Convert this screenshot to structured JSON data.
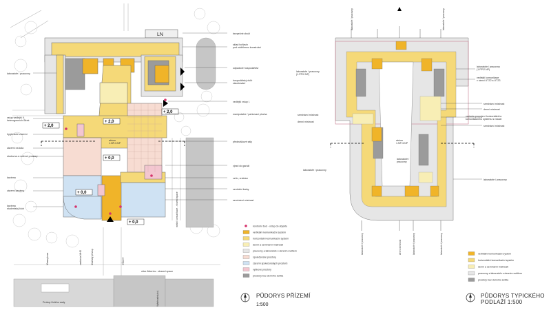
{
  "colors": {
    "vertical_core": "#f0b429",
    "horizontal_corridor": "#f5d978",
    "daylight_rooms": "#f8eeb5",
    "labs_offices": "#e6e6e6",
    "social_spaces": "#f7dcd2",
    "student_club": "#cfe2f3",
    "tall_spaces": "#f3c6d0",
    "no_daylight": "#9b9b9b",
    "entrance_dot": "#d6336c",
    "site_lines": "#b0b0b0",
    "trees": "#c8c8c8"
  },
  "left_plan": {
    "title": "PŮDORYS PŘÍZEMÍ",
    "scale": "1:500",
    "street_label": "LN",
    "levels": [
      "+ 2,0",
      "+ 2,0",
      "+ 2,0",
      "+ 0,0",
      "+ 0,0",
      "+ 0,0"
    ],
    "atrium_label": "atrium\n1.NP-3.NP",
    "labels_left": [
      "laboratoře / pracovny",
      "vstup vedlejší II.\nheterogenních lůžek",
      "hygienické zázemí",
      "zázemí na kola",
      "studovna a rodinné prostory",
      "kavárna",
      "zázemí kavárny",
      "kavárna\nstudentský klub"
    ],
    "labels_right": [
      "bezpečné zboží",
      "sklad hořlavin\npod oddělenou konstrukcí",
      "odpadové hospodářství",
      "hospodářský dvůr\nzásobování",
      "vedlejší vstup I.",
      "manipulační / parkovací plocha",
      "přednáškové sály",
      "vjezd do garáží",
      "velín, vrátnice",
      "centrální šatny",
      "seminární místnost"
    ],
    "labels_bottom": [
      "Prokop Holého sady",
      "Masarykova",
      "ulice Albertov - shared space",
      "zastávka MHD",
      "VŠCHT",
      "Vyšehradská ul.",
      "lékařský přístup",
      "místní komunikace - shared space"
    ]
  },
  "right_plan": {
    "title": "PŮDORYS TYPICKÉHO\nPODLAŽÍ 1:500",
    "atrium_label": "atrium\n1.NP-3.NP",
    "labels": [
      "laboratoře / pracovny",
      "laboratoře / pracovny",
      "laboratoře / pracovny\n(1.PP/2.NP)",
      "vedlejší komunikace\nv rámci UTZ2 a UTZ3",
      "seminární místnost",
      "denní místnost",
      "varianta propojení horizontálního\nkomunikačního systému s rokadi",
      "seminární místnost",
      "laboratoře / pracovny",
      "laboratoře / pracovny",
      "laboratoře / pracovny",
      "seminární místnost",
      "denní místnost",
      "laboratoře /\npracovny"
    ]
  },
  "legend_left": {
    "items": [
      {
        "label": "kontrolní bod - vstup do objektu",
        "key": "entrance_dot",
        "type": "dot"
      },
      {
        "label": "vertikální komunikační systém",
        "key": "vertical_core",
        "type": "box"
      },
      {
        "label": "horizontální komunikační systém",
        "key": "horizontal_corridor",
        "type": "box"
      },
      {
        "label": "denní a seminární místnosti",
        "key": "daylight_rooms",
        "type": "box"
      },
      {
        "label": "pracovny a laboratoře s denním světlem",
        "key": "labs_offices",
        "type": "box"
      },
      {
        "label": "společenské prostory",
        "key": "social_spaces",
        "type": "box"
      },
      {
        "label": "zázemí společenských prostorů",
        "key": "student_club",
        "type": "box"
      },
      {
        "label": "výškové prostory",
        "key": "tall_spaces",
        "type": "box"
      },
      {
        "label": "prostory bez denního světla",
        "key": "no_daylight",
        "type": "box"
      }
    ]
  },
  "legend_right": {
    "items": [
      {
        "label": "vertikální komunikační systém",
        "key": "vertical_core"
      },
      {
        "label": "horizontální komunikační systém",
        "key": "horizontal_corridor"
      },
      {
        "label": "denní a seminární místnosti",
        "key": "daylight_rooms"
      },
      {
        "label": "pracovny a laboratoře s denním světlem",
        "key": "labs_offices"
      },
      {
        "label": "prostory bez denního světla",
        "key": "no_daylight"
      }
    ]
  }
}
